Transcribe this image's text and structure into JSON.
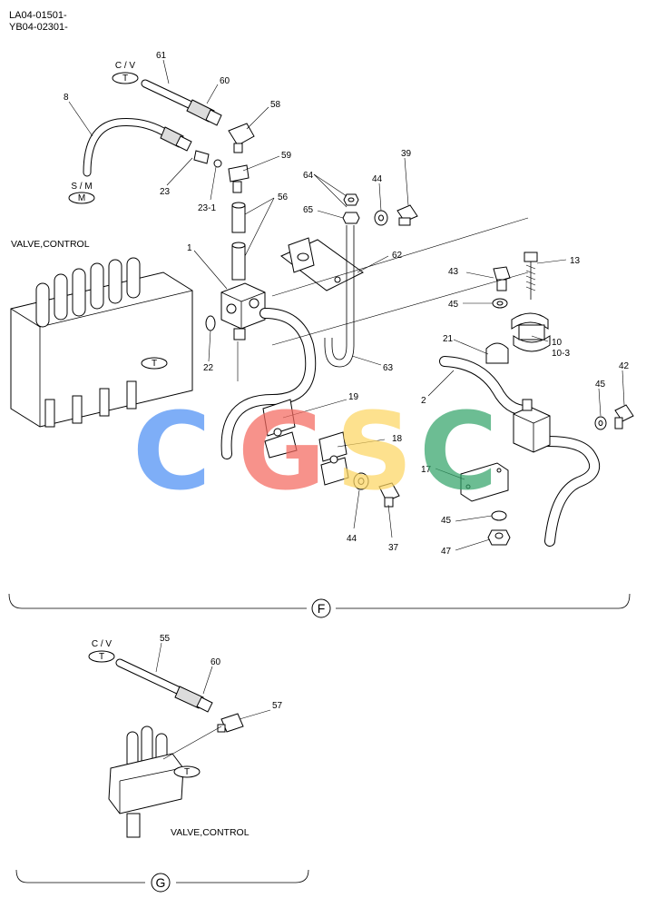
{
  "header": {
    "line1": "LA04-01501-",
    "line2": "YB04-02301-"
  },
  "section_f": {
    "label": "F",
    "valve_caption": "VALVE,CONTROL",
    "tags": [
      {
        "top": "C / V",
        "bottom": "T"
      },
      {
        "top": "S / M",
        "bottom": "M"
      },
      {
        "top": "",
        "bottom": "T"
      }
    ],
    "callouts": [
      "61",
      "60",
      "8",
      "58",
      "59",
      "23",
      "23-1",
      "56",
      "64",
      "65",
      "44",
      "39",
      "62",
      "1",
      "13",
      "43",
      "45",
      "10",
      "10-3",
      "21",
      "2",
      "42",
      "45",
      "22",
      "63",
      "19",
      "18",
      "17",
      "45",
      "47",
      "44",
      "37"
    ]
  },
  "section_g": {
    "label": "G",
    "valve_caption": "VALVE,CONTROL",
    "tags": [
      {
        "top": "C / V",
        "bottom": "T"
      },
      {
        "top": "",
        "bottom": "T"
      }
    ],
    "callouts": [
      "55",
      "60",
      "57"
    ]
  },
  "watermark": {
    "letters": [
      "C",
      "G",
      "S",
      "C"
    ],
    "colors": [
      "#4d8ff5",
      "#f4695f",
      "#fdd663",
      "#34a46a"
    ]
  }
}
